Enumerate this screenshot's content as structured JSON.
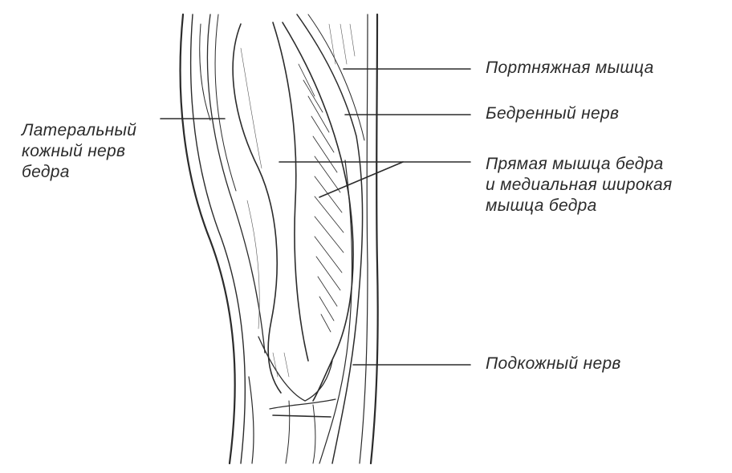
{
  "labels": {
    "sartorius": "Портняжная мышца",
    "femoral_nerve": "Бедренный нерв",
    "rectus_vastus": [
      "Прямая мышца бедра",
      "и медиальная широкая",
      "мышца бедра"
    ],
    "saphenous_nerve": "Подкожный нерв",
    "lateral_cutaneous": [
      "Латеральный",
      "кожный нерв",
      "бедра"
    ]
  },
  "colors": {
    "ink": "#2b2b2b",
    "background": "#ffffff"
  }
}
